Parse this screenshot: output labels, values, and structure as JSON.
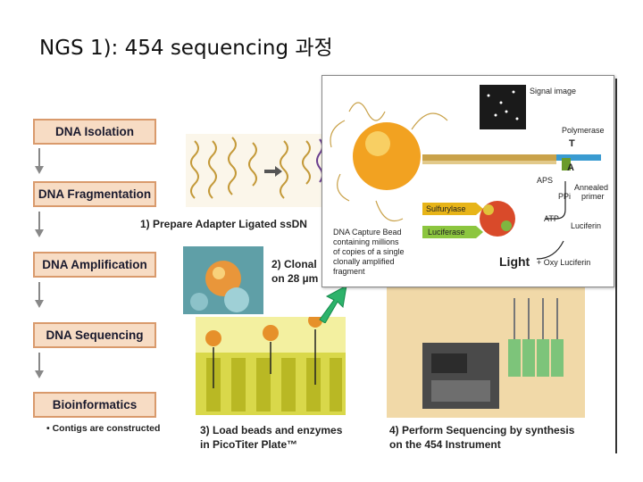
{
  "title": "NGS 1): 454 sequencing 과정",
  "workflow": {
    "steps": [
      "DNA Isolation",
      "DNA Fragmentation",
      "DNA Amplification",
      "DNA Sequencing",
      "Bioinformatics"
    ],
    "bullet": "Contigs are constructed"
  },
  "captions": {
    "c1": "1) Prepare Adapter Ligated ssDN",
    "c2_line1": "2) Clonal",
    "c2_line2": "on 28 µm",
    "c3_line1": "3) Load beads and enzymes",
    "c3_line2": "in PicoTiter Plate™",
    "c4_line1": "4) Perform Sequencing by synthesis",
    "c4_line2": "on the 454 Instrument"
  },
  "inset": {
    "signal_image": "Signal image",
    "polymerase": "Polymerase",
    "base": "A",
    "base_t": "T",
    "aps": "APS",
    "ppi": "PPi",
    "annealed_primer_1": "Annealed",
    "annealed_primer_2": "primer",
    "sulfurylase": "Sulfurylase",
    "luciferase": "Luciferase",
    "atp": "ATP",
    "luciferin": "Luciferin",
    "light": "Light",
    "oxy_luciferin": "+ Oxy Luciferin",
    "bead_desc": [
      "DNA Capture Bead",
      "containing millions",
      "of copies of a single",
      "clonally amplified",
      "fragment"
    ]
  },
  "colors": {
    "step_fill": "#f7dcc4",
    "step_border": "#d99a6c",
    "sulfurylase": "#e7b418",
    "luciferase": "#8cc63f",
    "pointer_arrow": "#2db36b"
  }
}
